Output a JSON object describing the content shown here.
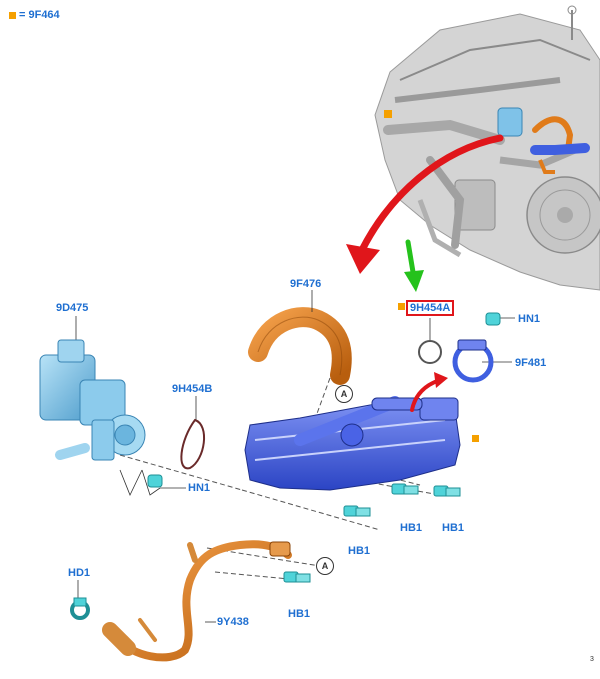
{
  "legend": {
    "text": "= 9F464"
  },
  "labels": {
    "egr_valve": "9D475",
    "coolant_hose": "9F476",
    "egr_cooler": "9H454A",
    "gasket": "9H454B",
    "clamp": "9F481",
    "egr_tube": "9Y438",
    "nut_hn1_top": "HN1",
    "nut_hn1_bottom": "HN1",
    "bolt_hb1_right_a": "HB1",
    "bolt_hb1_right_b": "HB1",
    "bolt_hb1_center": "HB1",
    "bolt_hb1_lower": "HB1",
    "clip_hd1": "HD1"
  },
  "refs": {
    "ref_a_top": "A",
    "ref_a_bottom": "A"
  },
  "footer": {
    "code": "3"
  },
  "colors": {
    "label": "#1f6fd1",
    "highlight": "#e0161b",
    "marker": "#f5a000",
    "hose": "#e07b1a",
    "cooler": "#3f5fe0",
    "valve": "#7fc2e8",
    "fastener": "#4fd3d9",
    "arrow_green": "#25c21c"
  }
}
